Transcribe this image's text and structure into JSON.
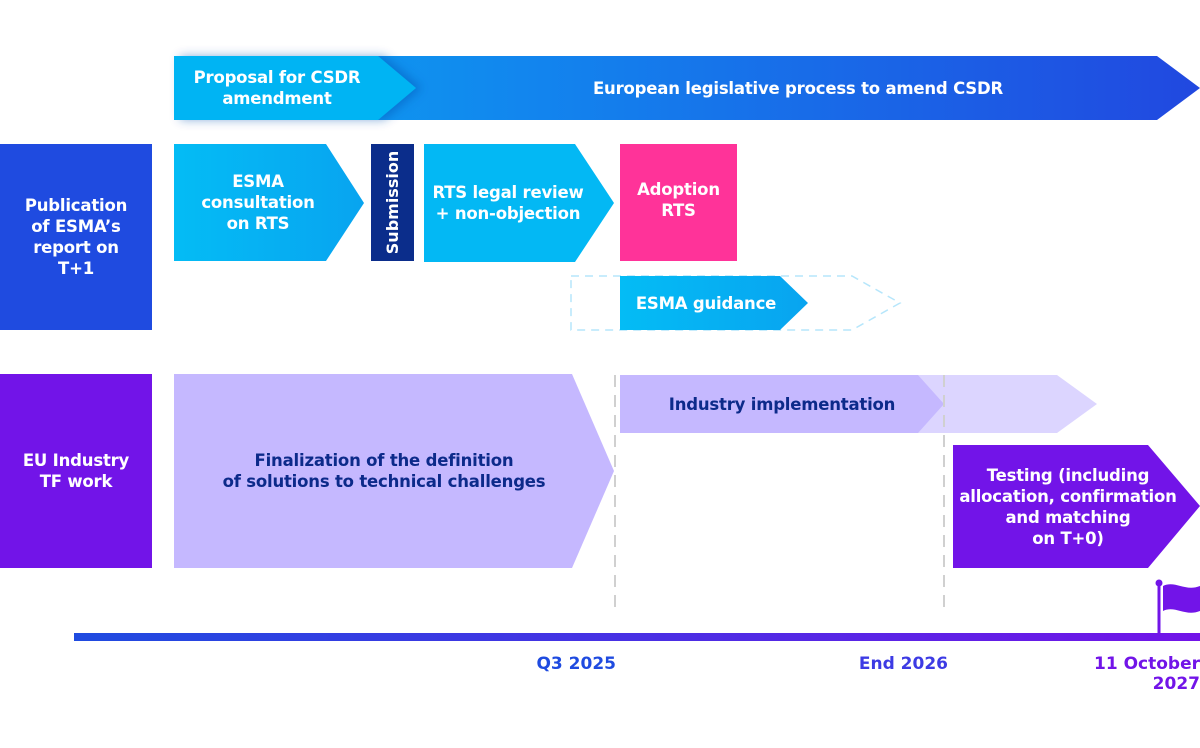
{
  "colors": {
    "row_blue": "#1f4be0",
    "row_purple": "#7214e8",
    "cyan": "#03b8f4",
    "legislative_blue": "#1a6ff0",
    "navy": "#0b2d8b",
    "pink": "#ff3399",
    "lavender": "#c5b8ff",
    "lavender_light": "#dcd5ff",
    "label_dark": "#0c2a8a",
    "timeline_start": "#1f4be0",
    "timeline_end": "#7214e8"
  },
  "rows": {
    "esma": {
      "label": "Publication\nof ESMA’s\nreport on\nT+1"
    },
    "industry": {
      "label": "EU Industry\nTF work"
    }
  },
  "phases": {
    "proposal": "Proposal for CSDR\namendment",
    "legislative": "European legislative process to amend CSDR",
    "consultation": "ESMA\nconsultation\non RTS",
    "submission": "Submission",
    "legal_review": "RTS legal review\n+ non-objection",
    "adoption": "Adoption\nRTS",
    "guidance": "ESMA guidance",
    "finalization": "Finalization of the definition\nof solutions to technical challenges",
    "implementation": "Industry implementation",
    "testing": "Testing (including\nallocation, confirmation\nand matching\non T+0)"
  },
  "timeline": {
    "milestones": [
      {
        "label": "Q3 2025"
      },
      {
        "label": "End 2026"
      },
      {
        "label": "11 October\n2027"
      }
    ],
    "icon": "flag-icon"
  }
}
